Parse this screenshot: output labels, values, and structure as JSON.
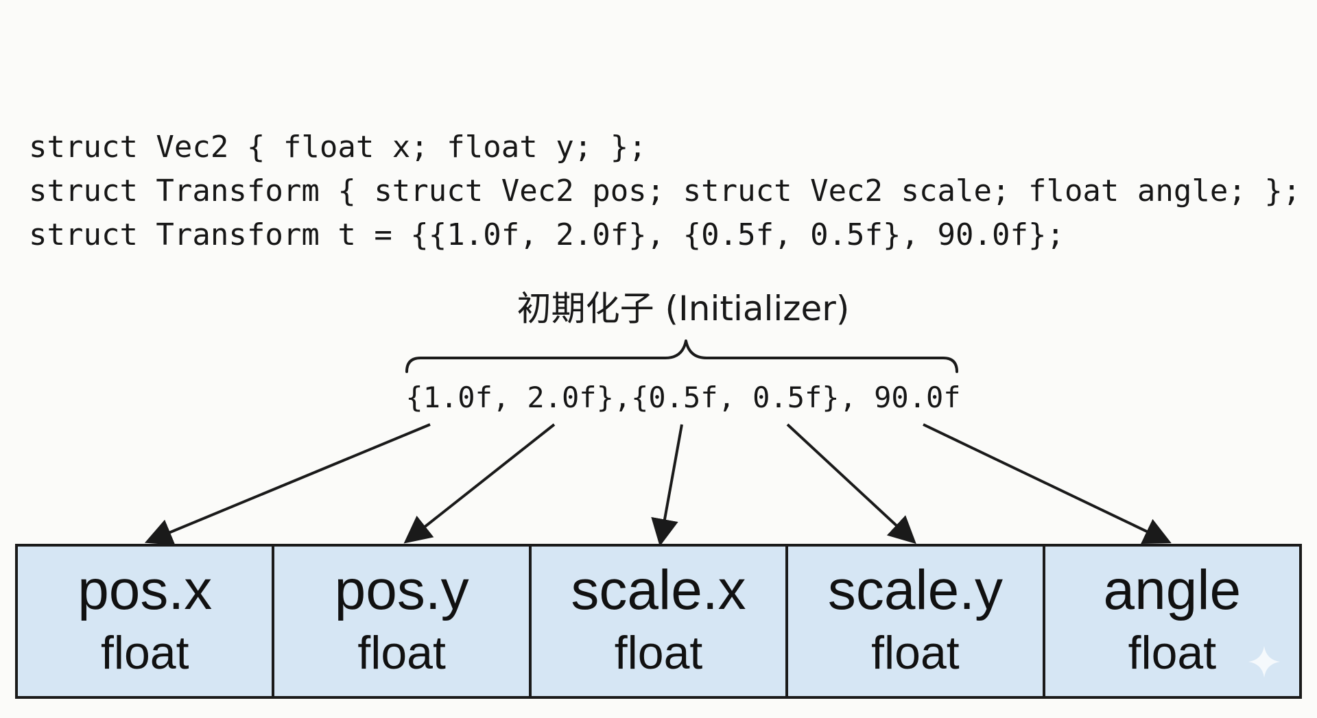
{
  "code": {
    "lines": [
      "struct Vec2 { float x; float y; };",
      "struct Transform { struct Vec2 pos; struct Vec2 scale; float angle; };",
      "struct Transform t = {{1.0f, 2.0f}, {0.5f, 0.5f}, 90.0f};"
    ]
  },
  "initializer": {
    "title": "初期化子 (Initializer)",
    "values": "{1.0f, 2.0f},{0.5f, 0.5f}, 90.0f"
  },
  "memory": {
    "cells": [
      {
        "name": "pos.x",
        "type": "float"
      },
      {
        "name": "pos.y",
        "type": "float"
      },
      {
        "name": "scale.x",
        "type": "float"
      },
      {
        "name": "scale.y",
        "type": "float"
      },
      {
        "name": "angle",
        "type": "float"
      }
    ]
  },
  "colors": {
    "cell_fill": "#d6e6f4",
    "stroke": "#1a1a1a",
    "background": "#fbfbf9"
  },
  "icons": {
    "watermark": "sparkle-icon"
  }
}
